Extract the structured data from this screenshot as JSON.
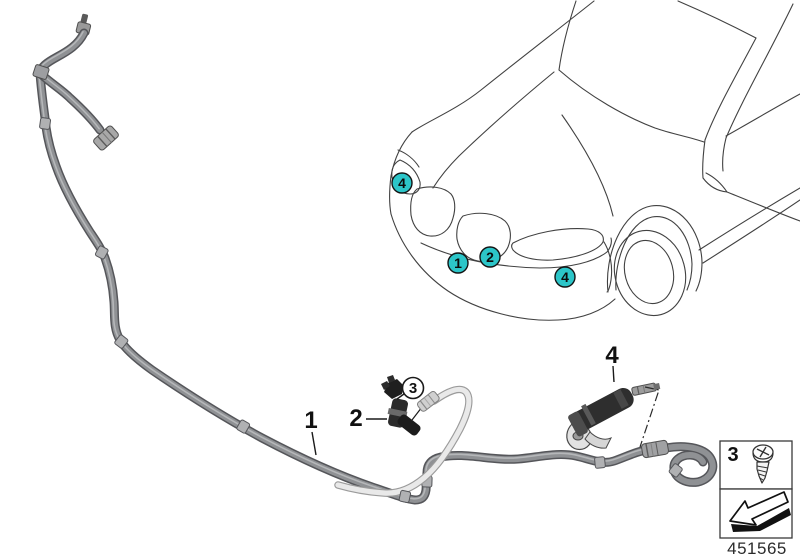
{
  "diagram_number": "451565",
  "callouts": {
    "part1_label": "1",
    "part2_label": "2",
    "part3_label": "3",
    "part4_label": "4"
  },
  "car_markers": [
    {
      "label": "4"
    },
    {
      "label": "1"
    },
    {
      "label": "2"
    },
    {
      "label": "4"
    }
  ],
  "legend": {
    "screw_item_label": "3",
    "screw_icon": "screw-icon",
    "direction_icon": "direction-arrow-icon"
  },
  "colors": {
    "marker_fill": "#2cc5c8",
    "car_line": "#414141",
    "hose_outline": "#55565a",
    "hose_body": "#8f9194",
    "hose_highlight": "#bcbdc0",
    "white_hose": "#e9e9e9",
    "part_dark": "#262626",
    "fitting_gray": "#a8a8a8"
  }
}
